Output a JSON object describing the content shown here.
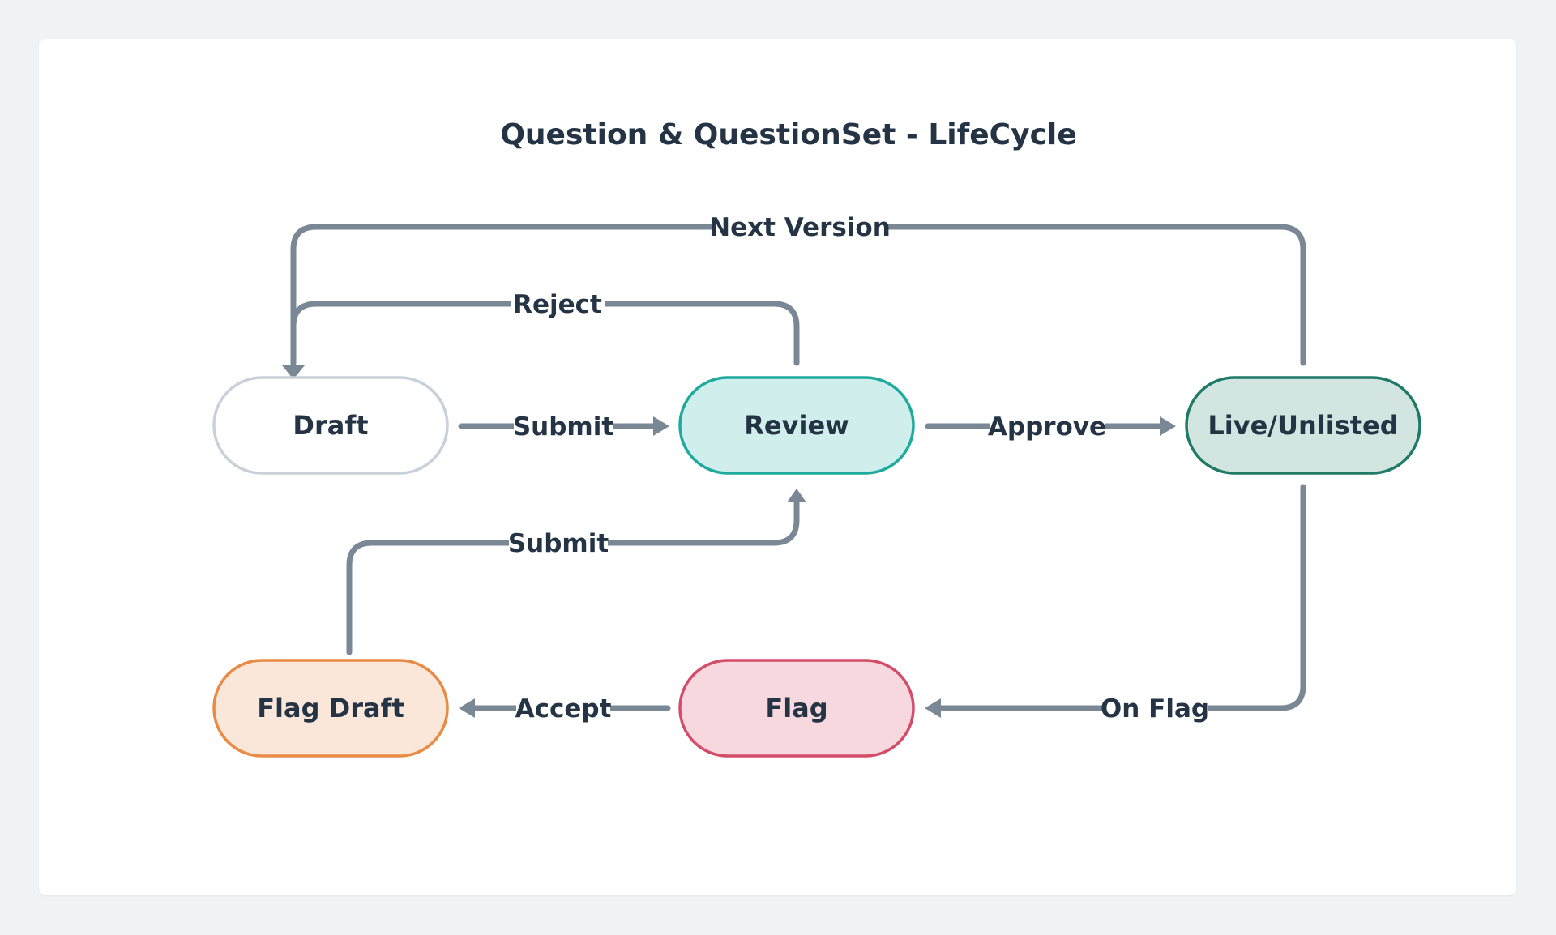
{
  "title": "Question & QuestionSet - LifeCycle",
  "nodes": {
    "draft": "Draft",
    "review": "Review",
    "live": "Live/Unlisted",
    "flag_draft": "Flag Draft",
    "flag": "Flag"
  },
  "edges": {
    "next_version": "Next Version",
    "reject": "Reject",
    "submit_draft": "Submit",
    "approve": "Approve",
    "submit_flag_draft": "Submit",
    "accept": "Accept",
    "on_flag": "On Flag"
  },
  "colors": {
    "draft": {
      "fill": "#ffffff",
      "stroke": "#c8d1da"
    },
    "review": {
      "fill": "#cfeeec",
      "stroke": "#20aa9d"
    },
    "live": {
      "fill": "#d2e5e0",
      "stroke": "#1f7a68"
    },
    "flag_draft": {
      "fill": "#fbe6da",
      "stroke": "#e88b45"
    },
    "flag": {
      "fill": "#f7d8de",
      "stroke": "#d34d68"
    },
    "edge": "#7a8795",
    "text": "#253444"
  }
}
